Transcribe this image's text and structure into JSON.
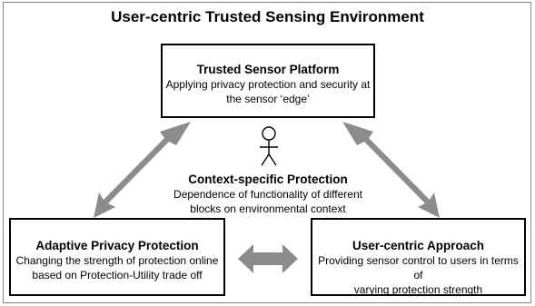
{
  "title": "User-centric Trusted Sensing Environment",
  "boxes": {
    "top": {
      "heading": "Trusted Sensor Platform",
      "line1": "Applying privacy protection and security at",
      "line2": "the sensor ‘edge’"
    },
    "left": {
      "heading": "Adaptive Privacy Protection",
      "line1": "Changing the strength of protection online",
      "line2": "based on Protection-Utility trade off"
    },
    "right": {
      "heading": "User-centric Approach",
      "line1": "Providing sensor control to users in terms of",
      "line2": "varying protection strength"
    }
  },
  "center": {
    "heading": "Context-specific Protection",
    "line1": "Dependence of functionality of different",
    "line2": "blocks on environmental context"
  },
  "colors": {
    "arrow": "#8c8c8c",
    "border": "#000000"
  }
}
